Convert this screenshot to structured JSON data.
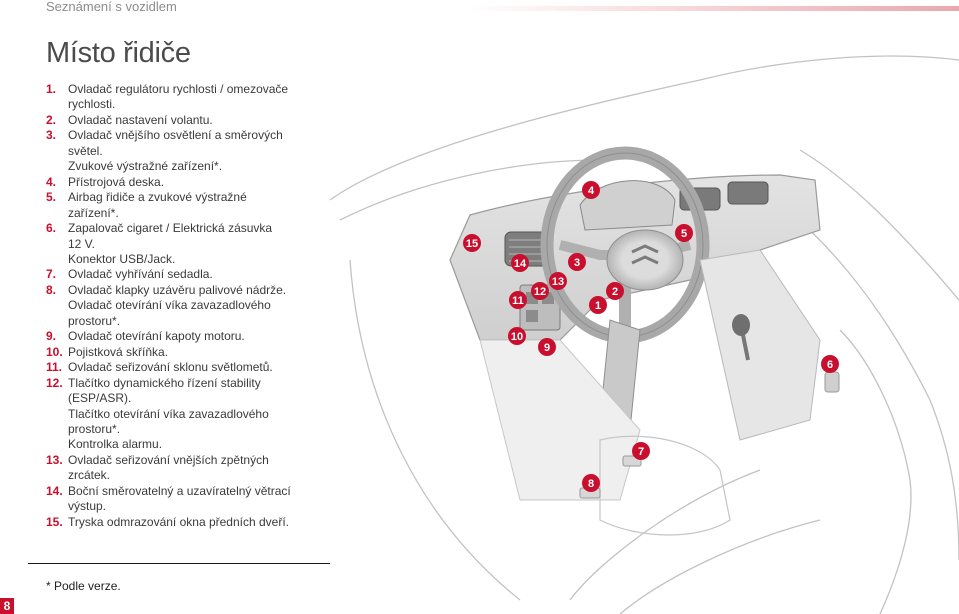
{
  "header": {
    "section": "Seznámení s vozidlem"
  },
  "title": "Místo řidiče",
  "legend": [
    {
      "num": "1.",
      "lines": [
        "Ovladač regulátoru rychlosti / omezovače",
        "rychlosti."
      ]
    },
    {
      "num": "2.",
      "lines": [
        "Ovladač nastavení volantu."
      ]
    },
    {
      "num": "3.",
      "lines": [
        "Ovladač vnějšího osvětlení a směrových",
        "světel.",
        "Zvukové výstražné zařízení*."
      ]
    },
    {
      "num": "4.",
      "lines": [
        "Přístrojová deska."
      ]
    },
    {
      "num": "5.",
      "lines": [
        "Airbag řidiče a zvukové výstražné",
        "zařízení*."
      ]
    },
    {
      "num": "6.",
      "lines": [
        "Zapalovač cigaret / Elektrická zásuvka",
        "12 V.",
        "Konektor USB/Jack."
      ]
    },
    {
      "num": "7.",
      "lines": [
        "Ovladač vyhřívání sedadla."
      ]
    },
    {
      "num": "8.",
      "lines": [
        "Ovladač klapky uzávěru palivové nádrže.",
        "Ovladač otevírání víka zavazadlového",
        "prostoru*."
      ]
    },
    {
      "num": "9.",
      "lines": [
        "Ovladač otevírání kapoty motoru."
      ]
    },
    {
      "num": "10.",
      "lines": [
        "Pojistková skříňka."
      ]
    },
    {
      "num": "11.",
      "lines": [
        "Ovladač seřizování sklonu světlometů."
      ]
    },
    {
      "num": "12.",
      "lines": [
        "Tlačítko dynamického řízení stability",
        "(ESP/ASR).",
        "Tlačítko otevírání víka zavazadlového",
        "prostoru*.",
        "Kontrolka alarmu."
      ]
    },
    {
      "num": "13.",
      "lines": [
        "Ovladač seřizování vnějších zpětných",
        "zrcátek."
      ]
    },
    {
      "num": "14.",
      "lines": [
        "Boční směrovatelný a uzavíratelný větrací",
        "výstup."
      ]
    },
    {
      "num": "15.",
      "lines": [
        "Tryska odmrazování okna předních dveří."
      ]
    }
  ],
  "footnote": "* Podle verze.",
  "page_number": "8",
  "callouts": [
    "1",
    "2",
    "3",
    "4",
    "5",
    "6",
    "7",
    "8",
    "9",
    "10",
    "11",
    "12",
    "13",
    "14",
    "15"
  ],
  "colors": {
    "accent": "#c8102e",
    "text": "#3a3a3a",
    "line_art": "#b9b9b9"
  }
}
